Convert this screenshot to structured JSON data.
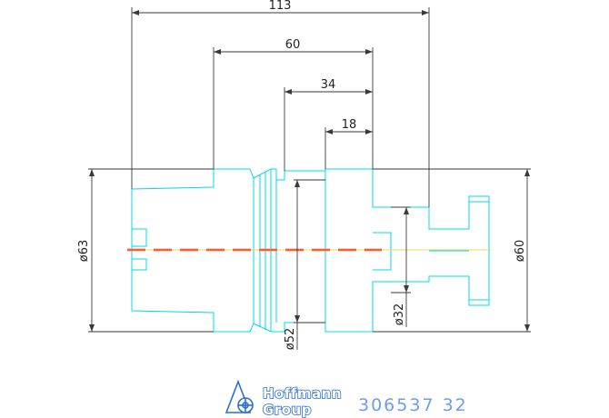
{
  "dimensions": {
    "overall_length": "113",
    "length_60": "60",
    "length_34": "34",
    "length_18": "18",
    "diameter_63": "ø63",
    "diameter_60": "ø60",
    "diameter_52": "ø52",
    "diameter_32": "ø32"
  },
  "logo": {
    "line1": "Hoffmann",
    "line2": "Group"
  },
  "part_number": "306537 32",
  "colors": {
    "outline": "#00d8e8",
    "dimension_line": "#3a3a3a",
    "center_red": "#ff3030",
    "center_orange": "#f0a060",
    "center_yellow": "#e8d860",
    "logo_blue": "#2a6bd8",
    "part_number_blue": "#6d9ee6"
  }
}
